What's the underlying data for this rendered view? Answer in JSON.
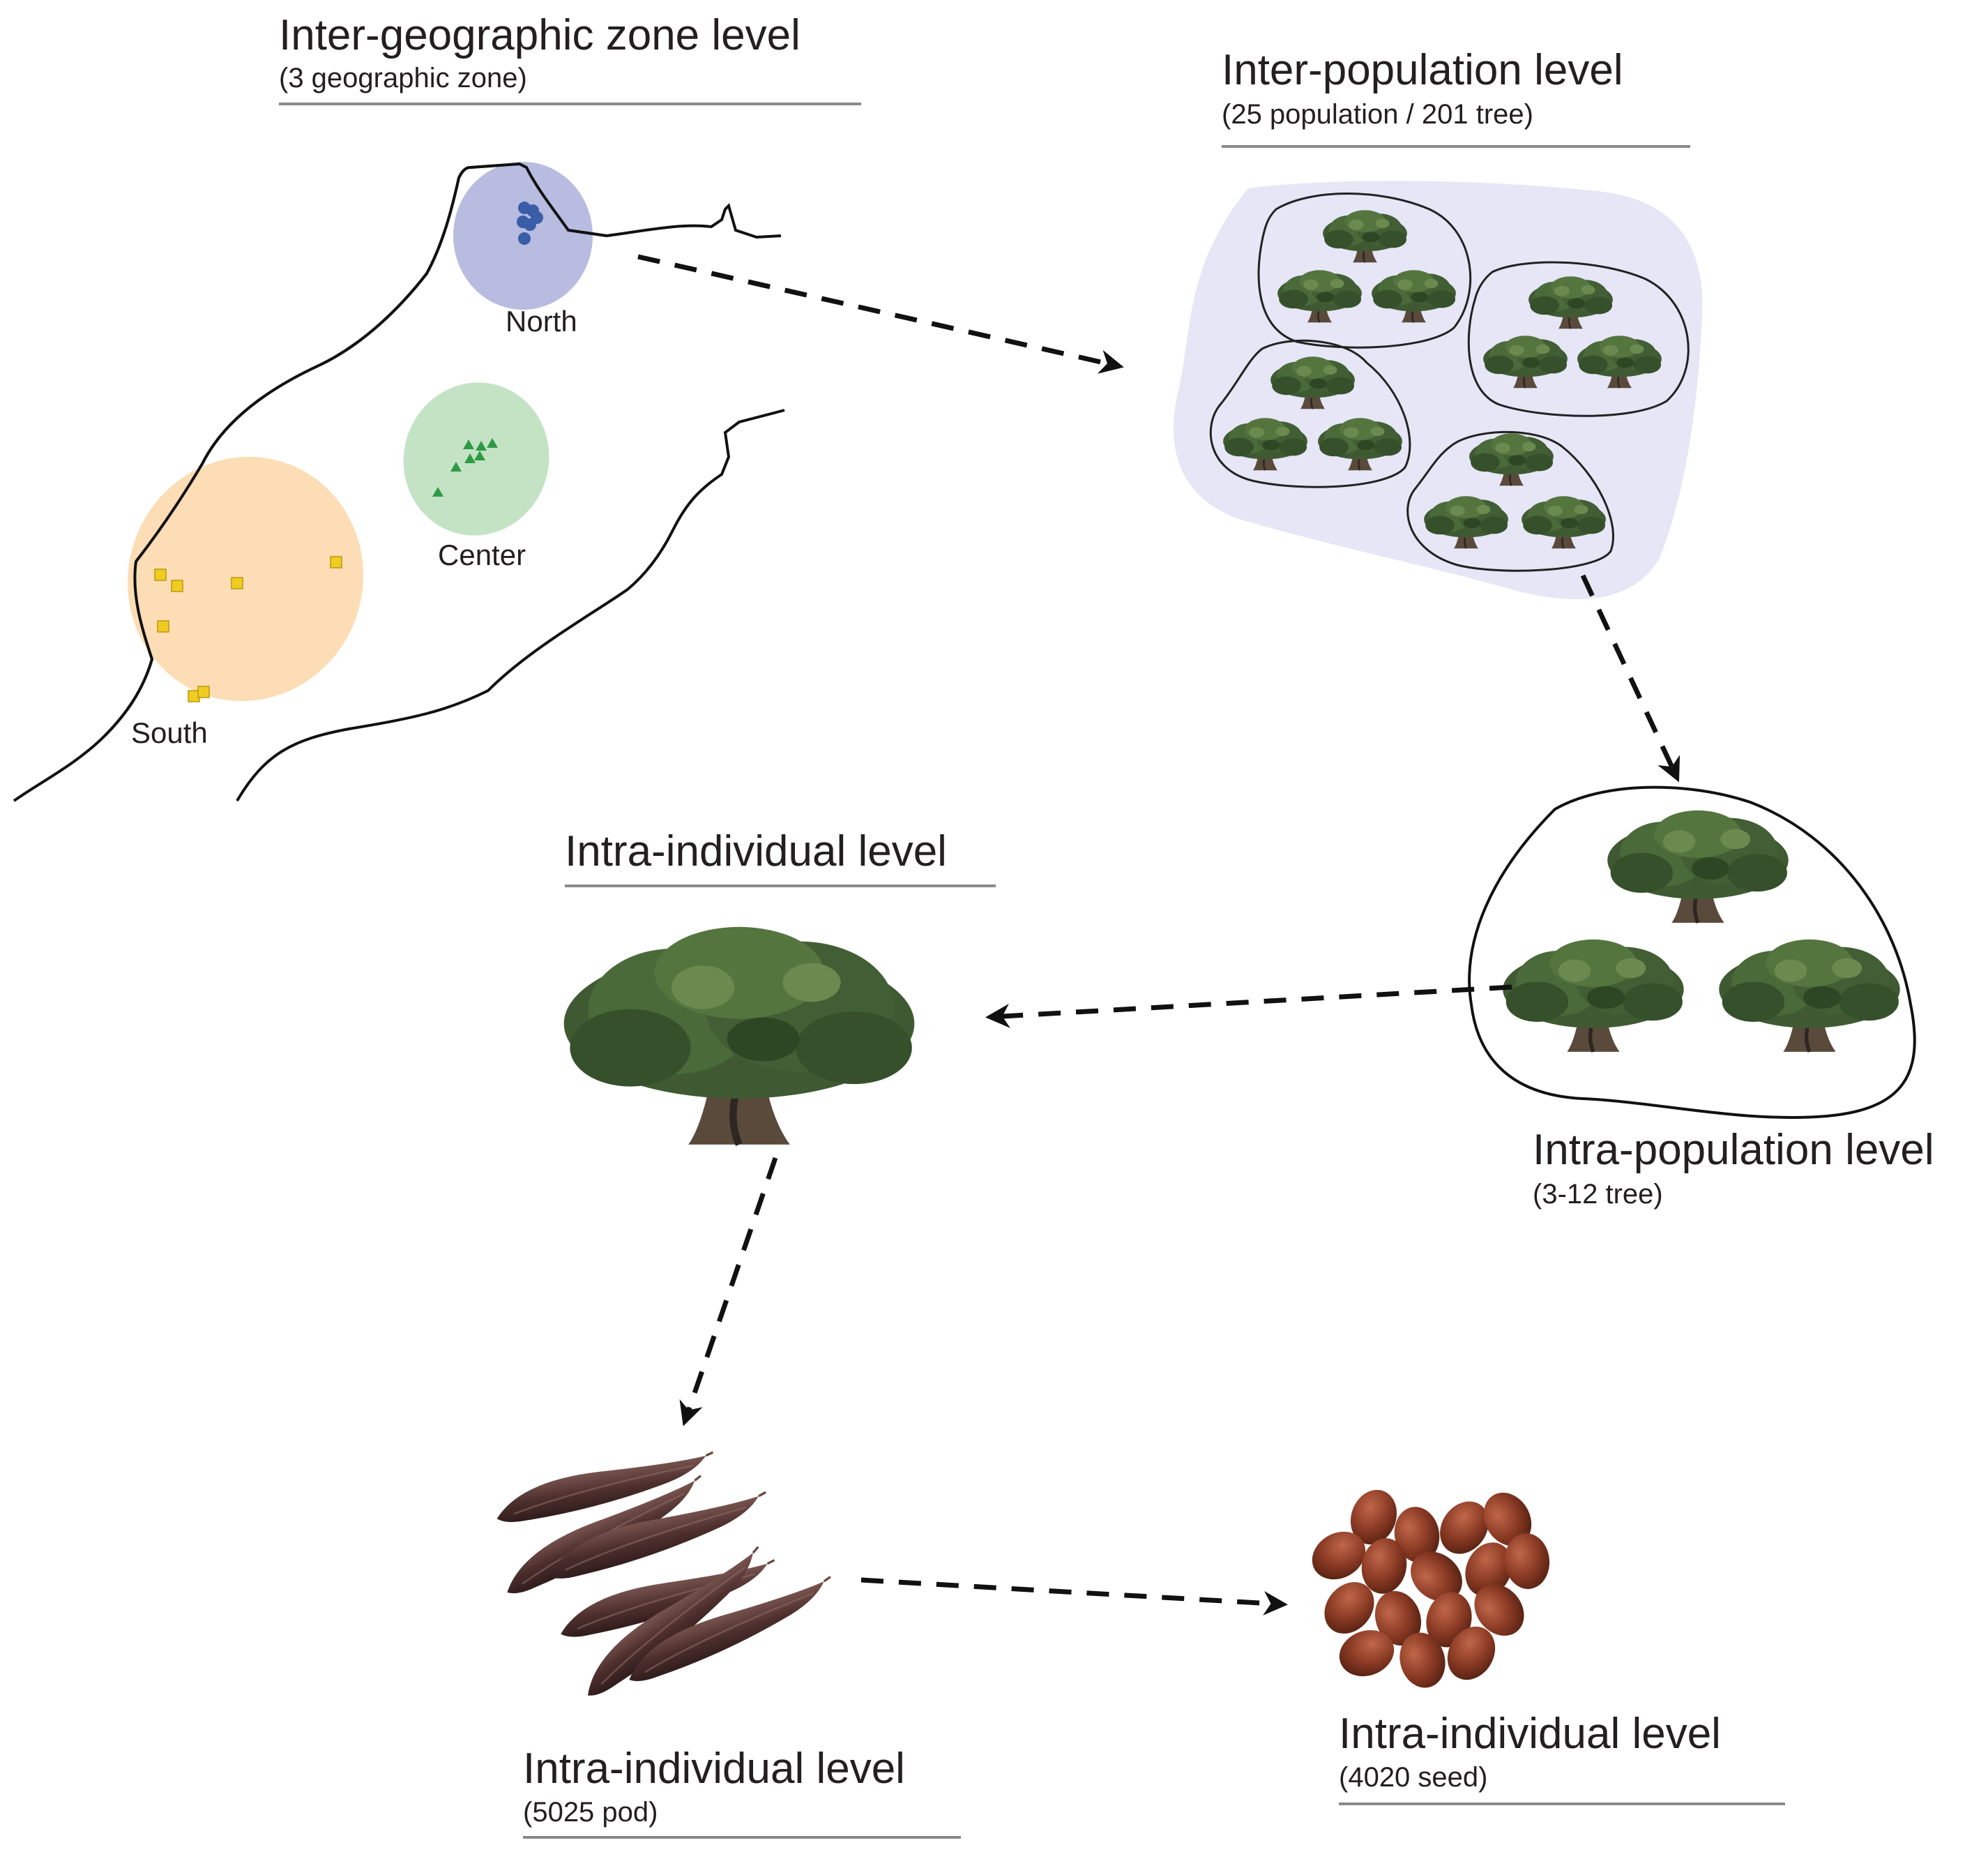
{
  "palette": {
    "north": "#9fa5d5",
    "north_marker": "#3a5da8",
    "center": "#b5dcb6",
    "center_marker": "#2e9a45",
    "south": "#fbd7a8",
    "south_marker": "#f0cc22",
    "population_blob": "#e6e6f6",
    "tree_canopy": "#3f5a32",
    "pod": "#5a3a38",
    "seed": "#8a3a24"
  },
  "levels": {
    "geo": {
      "title": "Inter-geographic zone level",
      "subtitle": "(3 geographic zone)"
    },
    "inter_population": {
      "title": "Inter-population level",
      "subtitle": "(25 population / 201 tree)"
    },
    "intra_population": {
      "title": "Intra-population level",
      "subtitle": "(3-12 tree)"
    },
    "intra_individual_tree": {
      "title": "Intra-individual level"
    },
    "intra_individual_pod": {
      "title": "Intra-individual level",
      "subtitle": "(5025 pod)"
    },
    "intra_individual_seed": {
      "title": "Intra-individual level",
      "subtitle": "(4020 seed)"
    }
  },
  "zones": {
    "north": "North",
    "center": "Center",
    "south": "South"
  }
}
